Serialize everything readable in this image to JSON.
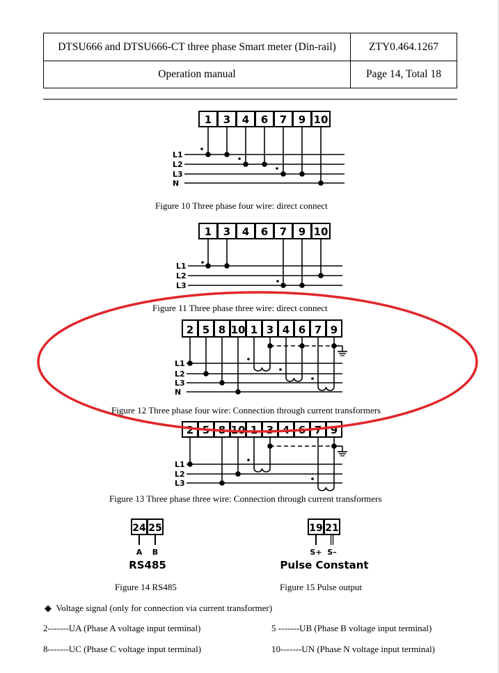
{
  "header": {
    "title": "DTSU666 and DTSU666-CT three phase Smart meter (Din-rail)",
    "doc_code": "ZTY0.464.1267",
    "subtitle": "Operation manual",
    "page": "Page 14, Total 18"
  },
  "figures": {
    "fig10": {
      "terminals": [
        "1",
        "3",
        "4",
        "6",
        "7",
        "9",
        "10"
      ],
      "lines": [
        "L1",
        "L2",
        "L3",
        "N"
      ],
      "caption": "Figure 10 Three phase four wire: direct connect"
    },
    "fig11": {
      "terminals": [
        "1",
        "3",
        "4",
        "6",
        "7",
        "9",
        "10"
      ],
      "lines": [
        "L1",
        "L2",
        "L3"
      ],
      "caption": "Figure 11 Three phase three wire: direct connect"
    },
    "fig12": {
      "terminals": [
        "2",
        "5",
        "8",
        "10",
        "1",
        "3",
        "4",
        "6",
        "7",
        "9"
      ],
      "lines": [
        "L1",
        "L2",
        "L3",
        "N"
      ],
      "caption": "Figure 12 Three phase four wire: Connection through current transformers"
    },
    "fig13": {
      "terminals": [
        "2",
        "5",
        "8",
        "10",
        "1",
        "3",
        "4",
        "6",
        "7",
        "9"
      ],
      "lines": [
        "L1",
        "L2",
        "L3"
      ],
      "caption": "Figure 13 Three phase three wire: Connection through current transformers"
    },
    "fig14": {
      "terminals": [
        "24",
        "25"
      ],
      "pins": [
        "A",
        "B"
      ],
      "title": "RS485",
      "caption": "Figure 14 RS485"
    },
    "fig15": {
      "terminals": [
        "19",
        "21"
      ],
      "pins": [
        "S+",
        "S–"
      ],
      "title": "Pulse Constant",
      "caption": "Figure 15 Pulse output"
    }
  },
  "voltage": {
    "heading": "Voltage signal (only for connection via current transformer)",
    "items": [
      "2-------UA (Phase A voltage input terminal)",
      "5 -------UB (Phase B voltage input terminal)",
      "8-------UC (Phase C voltage input terminal)",
      "10-------UN (Phase N voltage input terminal)"
    ]
  },
  "colors": {
    "annotation": "#e0262b"
  }
}
